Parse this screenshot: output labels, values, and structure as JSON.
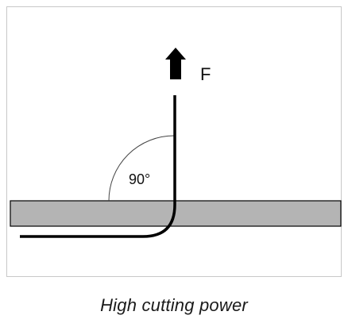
{
  "diagram": {
    "force_label": "F",
    "angle_label": "90°",
    "caption": "High cutting power",
    "colors": {
      "frame": "#c8c8c8",
      "strip_fill": "#b4b4b4",
      "stroke": "#000000",
      "angle_arc": "#444444"
    }
  }
}
